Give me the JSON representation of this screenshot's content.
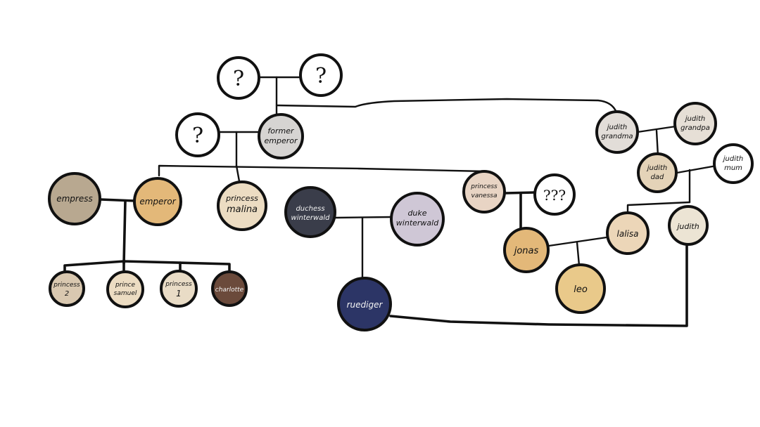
{
  "colors": {
    "line": "#111111",
    "background": "#ffffff",
    "portrait_light": "#ecdcc2",
    "portrait_warm": "#e3b879",
    "portrait_grey": "#d6d4d2",
    "portrait_dark": "#3a3d4a",
    "portrait_navy": "#2c3566",
    "portrait_brown": "#6b4a3b",
    "portrait_lilac": "#cfc7d6"
  },
  "people": {
    "unknown_1": {
      "label": "?"
    },
    "unknown_2": {
      "label": "?"
    },
    "unknown_3": {
      "label": "?"
    },
    "former_emperor": {
      "label_1": "former",
      "label_2": "emperor"
    },
    "empress": {
      "label": "empress"
    },
    "emperor": {
      "label": "emperor"
    },
    "princess_malina": {
      "label_1": "princess",
      "label_2": "malina"
    },
    "duchess_winterwald": {
      "label_1": "duchess",
      "label_2": "winterwald"
    },
    "duke_winterwald": {
      "label_1": "duke",
      "label_2": "winterwald"
    },
    "princess_vanessa": {
      "label_1": "princess",
      "label_2": "vanessa"
    },
    "unknown_4": {
      "label": "???"
    },
    "judith_grandma": {
      "label_1": "judith",
      "label_2": "grandma"
    },
    "judith_grandpa": {
      "label_1": "judith",
      "label_2": "grandpa"
    },
    "judith_dad": {
      "label_1": "judith",
      "label_2": "dad"
    },
    "judith_mum": {
      "label_1": "judith",
      "label_2": "mum"
    },
    "princess_2": {
      "label_1": "princess",
      "label_2": "2"
    },
    "prince_samuel": {
      "label_1": "prince",
      "label_2": "samuel"
    },
    "princess_1": {
      "label_1": "princess",
      "label_2": "1"
    },
    "charlotte": {
      "label": "charlotte"
    },
    "ruediger": {
      "label": "ruediger"
    },
    "jonas": {
      "label": "jonas"
    },
    "lalisa": {
      "label": "lalisa"
    },
    "judith": {
      "label": "judith"
    },
    "leo": {
      "label": "leo"
    }
  }
}
